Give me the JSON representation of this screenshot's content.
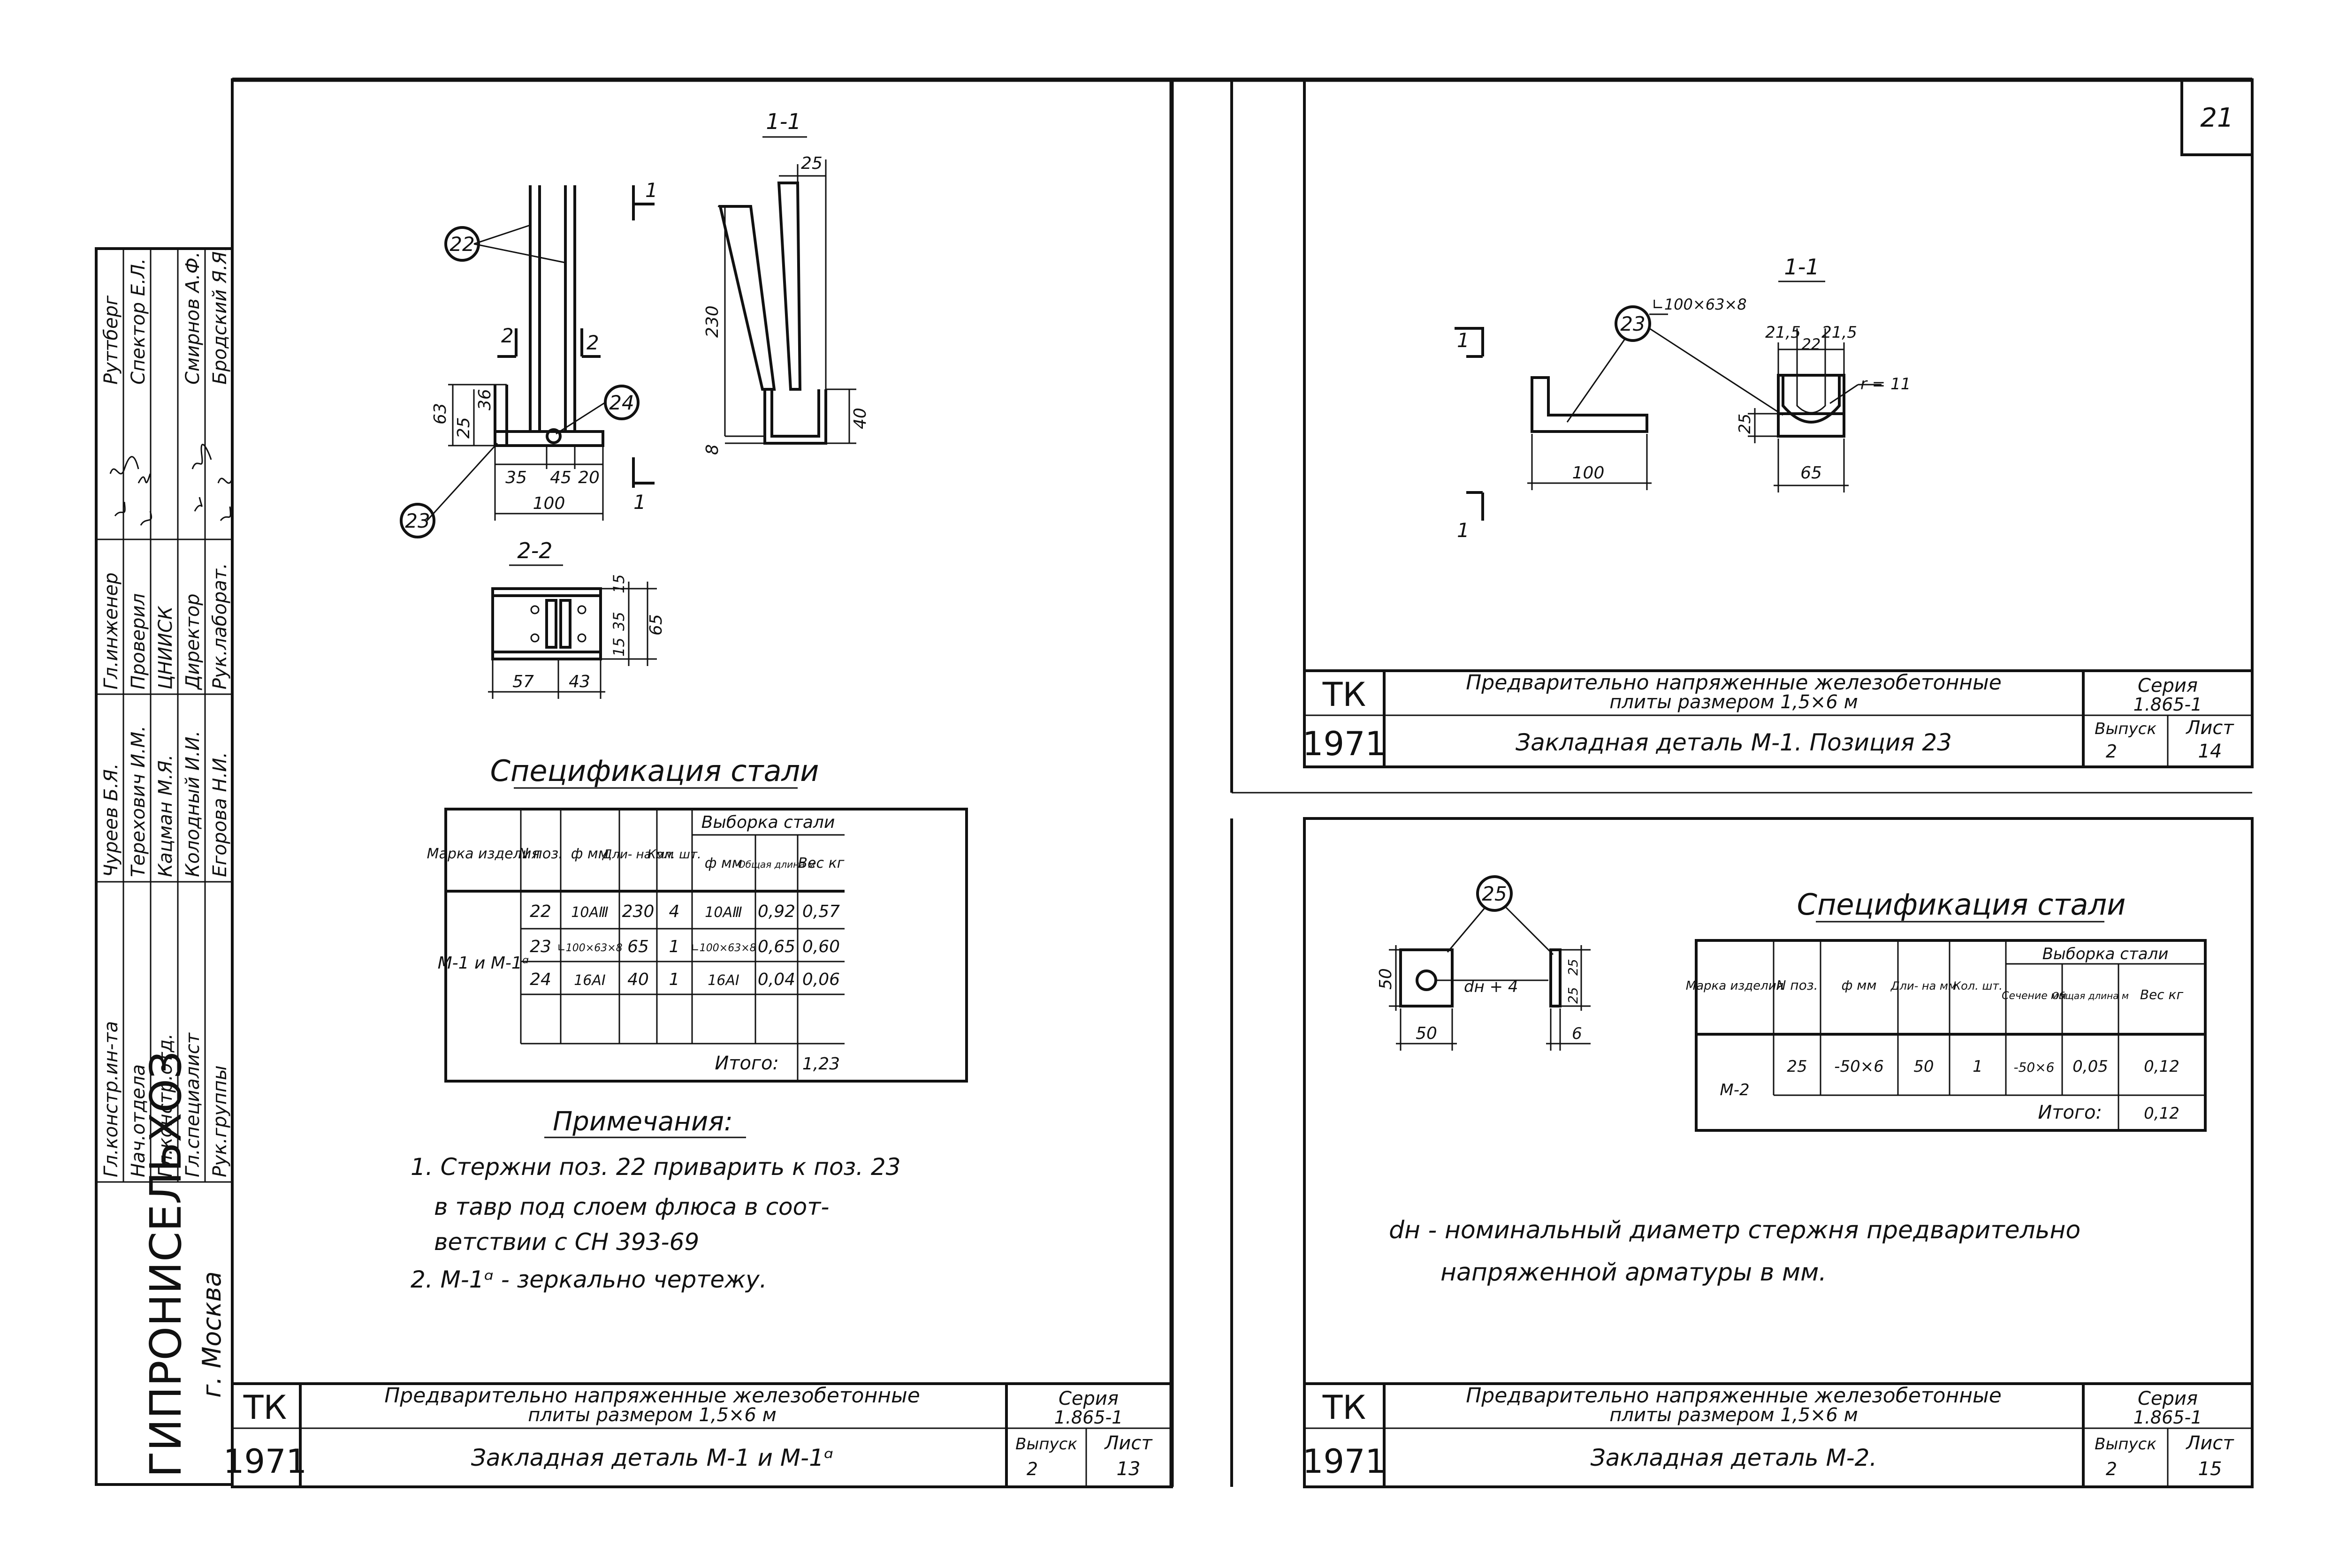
{
  "stamp": {
    "org": "ГИПРОНИСЕЛЬХОЗ",
    "city": "г. Москва",
    "roles": [
      "Гл.констр.ин-та",
      "Нач.отдела",
      "Гл.констр.отд.",
      "Гл.специалист",
      "Рук.группы"
    ],
    "names": [
      "Чуреев Б.Я.",
      "Терехович И.М.",
      "Кацман М.Я.",
      "Колодный И.И.",
      "Егорова Н.И."
    ],
    "roles2": [
      "Гл.инженер",
      "Проверил",
      "ЦНИИСК",
      "Директор",
      "Рук.лаборат."
    ],
    "names2": [
      "Руттберг",
      "Спектор Е.Л.",
      "",
      "Смирнов А.Ф.",
      "Бродский Я.Я."
    ]
  },
  "sheet13": {
    "section_1": "1-1",
    "section_2": "2-2",
    "pos22": "22",
    "pos23": "23",
    "pos24": "24",
    "cut_mark_1": "1",
    "cut_mark_2": "2",
    "dims": {
      "d25": "25",
      "d230": "230",
      "d8": "8",
      "d40": "40",
      "d63": "63",
      "d25b": "25",
      "d36": "36",
      "d35": "35",
      "d45": "45",
      "d20": "20",
      "d100": "100",
      "d15a": "15",
      "d35b": "35",
      "d15b": "15",
      "d65": "65",
      "d57": "57",
      "d43": "43"
    },
    "spec_title": "Спецификация стали",
    "table": {
      "h_mark": "Марка изделия",
      "h_pos": "N поз.",
      "h_phi": "ф мм",
      "h_len": "Дли- на мм",
      "h_qty": "Кол. шт.",
      "h_group": "Выборка стали",
      "h_sub_phi": "ф мм",
      "h_sub_len": "Общая длина м",
      "h_sub_w": "Вес кг",
      "mark": "М-1 и М-1ᵅ",
      "rows": [
        [
          "22",
          "10АⅢ",
          "230",
          "4",
          "10АⅢ",
          "0,92",
          "0,57"
        ],
        [
          "23",
          "∟100×63×8",
          "65",
          "1",
          "∟100×63×8",
          "0,65",
          "0,60"
        ],
        [
          "24",
          "16АⅠ",
          "40",
          "1",
          "16АⅠ",
          "0,04",
          "0,06"
        ]
      ],
      "total_label": "Итого:",
      "total_value": "1,23"
    },
    "notes_title": "Примечания:",
    "notes": [
      "1. Стержни поз. 22 приварить к поз. 23",
      "в тавр под слоем флюса в соот-",
      "ветствии с СН 393-69",
      "2. М-1ᵅ - зеркально чертежу."
    ],
    "tb": {
      "tk": "ТК",
      "year": "1971",
      "title1": "Предварительно напряженные железобетонные",
      "title2": "плиты размером 1,5×6 м",
      "series_l": "Серия",
      "series_v": "1.865-1",
      "name": "Закладная деталь М-1 и М-1ᵅ",
      "vyp_l": "Выпуск",
      "vyp_v": "2",
      "list_l": "Лист",
      "list_v": "13"
    }
  },
  "sheet14": {
    "page_no": "21",
    "section_1": "1-1",
    "pos23": "23",
    "angle": "∟100×63×8",
    "cut_mark": "1",
    "dims": {
      "d21a": "21,5",
      "d21b": "21,5",
      "d22": "22",
      "r": "r = 11",
      "d25": "25",
      "d100": "100",
      "d65": "65"
    },
    "tb": {
      "tk": "ТК",
      "year": "1971",
      "title1": "Предварительно напряженные железобетонные",
      "title2": "плиты размером 1,5×6 м",
      "series_l": "Серия",
      "series_v": "1.865-1",
      "name": "Закладная деталь М-1. Позиция 23",
      "vyp_l": "Выпуск",
      "vyp_v": "2",
      "list_l": "Лист",
      "list_v": "14"
    }
  },
  "sheet15": {
    "pos25": "25",
    "dims": {
      "d50a": "50",
      "d50b": "50",
      "dh": "dн + 4",
      "d6": "6",
      "d25a": "25",
      "d25b": "25"
    },
    "spec_title": "Спецификация стали",
    "table": {
      "h_mark": "Марка изделия",
      "h_pos": "N поз.",
      "h_phi": "ф мм",
      "h_len": "Дли- на мм",
      "h_qty": "Кол. шт.",
      "h_group": "Выборка стали",
      "h_sub_sec": "Сечение мм",
      "h_sub_len": "Общая длина м",
      "h_sub_w": "Вес кг",
      "mark": "М-2",
      "row": [
        "25",
        "-50×6",
        "50",
        "1",
        "-50×6",
        "0,05",
        "0,12"
      ],
      "total_label": "Итого:",
      "total_value": "0,12"
    },
    "note1": "dн - номинальный диаметр стержня предварительно",
    "note2": "напряженной арматуры в мм.",
    "tb": {
      "tk": "ТК",
      "year": "1971",
      "title1": "Предварительно напряженные железобетонные",
      "title2": "плиты размером 1,5×6 м",
      "series_l": "Серия",
      "series_v": "1.865-1",
      "name": "Закладная деталь М-2.",
      "vyp_l": "Выпуск",
      "vyp_v": "2",
      "list_l": "Лист",
      "list_v": "15"
    }
  }
}
